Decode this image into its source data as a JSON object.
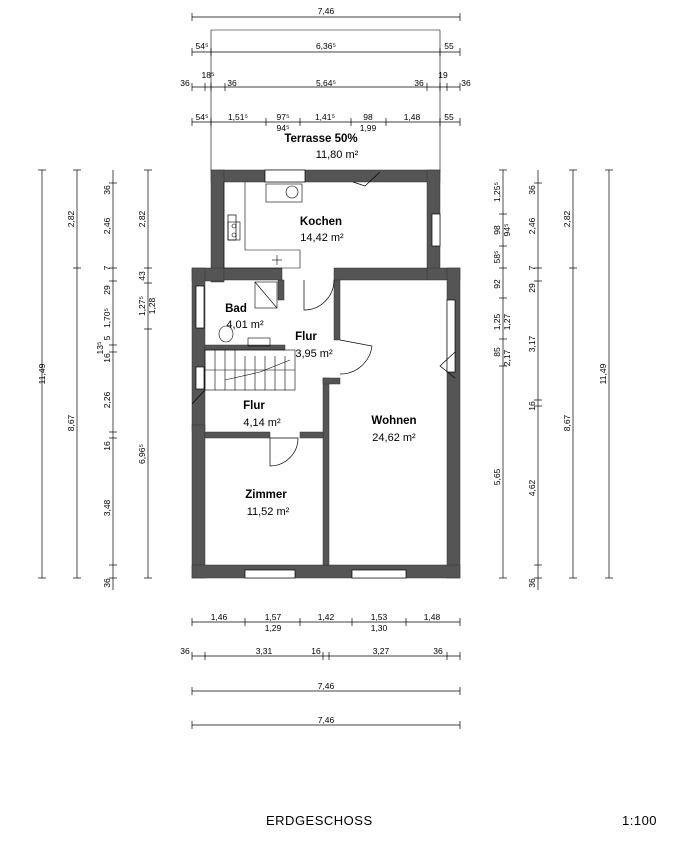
{
  "plan": {
    "floor_label": "ERDGESCHOSS",
    "scale": "1:100"
  },
  "rooms": {
    "terrasse": {
      "name": "Terrasse 50%",
      "area": "11,80 m²"
    },
    "kochen": {
      "name": "Kochen",
      "area": "14,42 m²"
    },
    "bad": {
      "name": "Bad",
      "area": "4,01 m²"
    },
    "flur_upper": {
      "name": "Flur",
      "area": "3,95 m²"
    },
    "flur_lower": {
      "name": "Flur",
      "area": "4,14 m²"
    },
    "wohnen": {
      "name": "Wohnen",
      "area": "24,62 m²"
    },
    "zimmer": {
      "name": "Zimmer",
      "area": "11,52 m²"
    }
  },
  "dimensions": {
    "top": {
      "row1": [
        "7,46"
      ],
      "row2": [
        "54⁵",
        "6,36⁵",
        "55"
      ],
      "row3": [
        "36",
        "18⁵",
        "36",
        "5,64⁵",
        "36",
        "19",
        "36"
      ],
      "row4": [
        "54⁵",
        "1,51⁵",
        "97⁵",
        "94⁵",
        "1,41⁵",
        "98",
        "1,99",
        "1,48",
        "55"
      ]
    },
    "bottom": {
      "row1": [
        "1,46",
        "1,57",
        "1,29",
        "1,42",
        "1,53",
        "1,30",
        "1,48"
      ],
      "row2": [
        "36",
        "3,31",
        "16",
        "3,27",
        "36"
      ],
      "row3": [
        "7,46"
      ],
      "row4": [
        "7,46"
      ]
    },
    "left": {
      "col1": [
        "11,49"
      ],
      "col2": [
        "2,82",
        "8,67"
      ],
      "col3": [
        "36",
        "2,46",
        "7",
        "29",
        "1,70⁵",
        "5",
        "13⁵",
        "16",
        "2,26",
        "16",
        "3,48",
        "36"
      ],
      "col4": [
        "2,82",
        "43",
        "1,27⁵",
        "1,28",
        "6,96⁵"
      ]
    },
    "right": {
      "col1": [
        "1,25⁵",
        "98",
        "94⁵",
        "58⁵",
        "92",
        "1,25",
        "1,27",
        "85",
        "2,17",
        "5,65"
      ],
      "col2": [
        "36",
        "2,46",
        "7",
        "29",
        "3,17",
        "16",
        "4,62",
        "36"
      ],
      "col3": [
        "2,82",
        "8,67"
      ],
      "col4": [
        "11,49"
      ]
    }
  }
}
